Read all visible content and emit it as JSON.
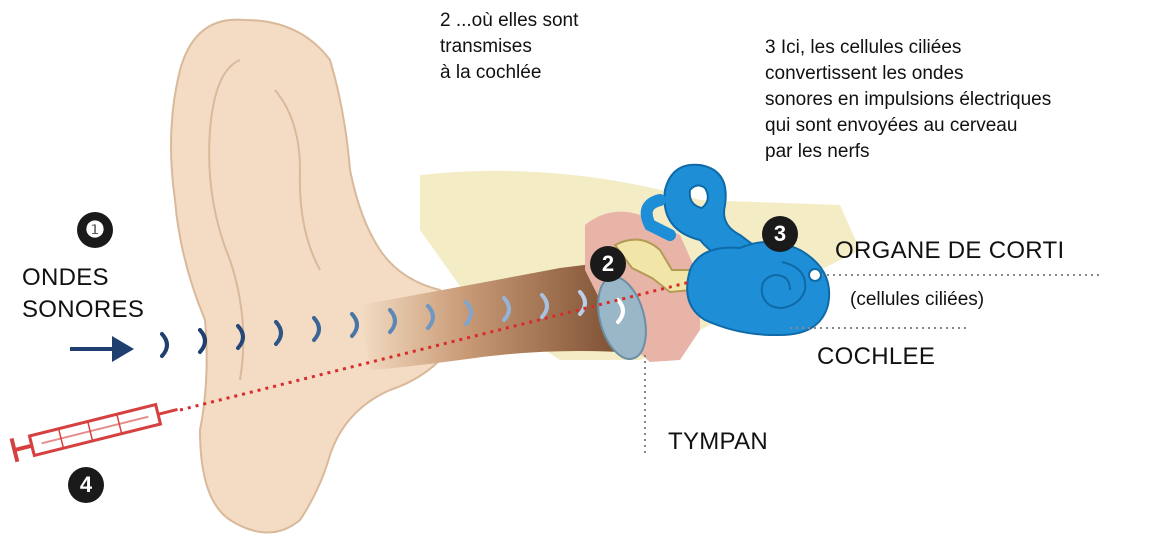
{
  "labels": {
    "step1": "❶",
    "step2_num": "2",
    "step3_num": "3",
    "step4_num": "4",
    "ondes_line1": "ONDES",
    "ondes_line2": "SONORES",
    "note2": [
      "2 ...où elles sont",
      "transmises",
      "à la cochlée"
    ],
    "note3": [
      "3 Ici, les cellules ciliées",
      "convertissent les ondes",
      "sonores en impulsions électriques",
      "qui sont envoyées au cerveau",
      "par les nerfs"
    ],
    "organe": "ORGANE DE CORTI",
    "cellules": "(cellules ciliées)",
    "cochlee": "COCHLEE",
    "tympan": "TYMPAN"
  },
  "colors": {
    "skin": "#f3dcc3",
    "skin_edge": "#d9b99a",
    "canal_dark": "#7b4a2c",
    "cochlea_blue": "#1e8fd6",
    "bone": "#f1e6a8",
    "tissue_pink": "#e8b4a8",
    "wave_blue": "#1f3f6e",
    "dotted_red": "#d92b2b",
    "syringe_red": "#d64040",
    "leader_gray": "#888888"
  },
  "icons": [
    "arrow-right-icon",
    "syringe-icon",
    "sound-wave-icon"
  ]
}
